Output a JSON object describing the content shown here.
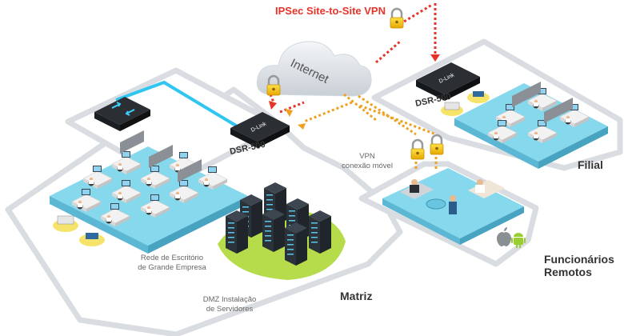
{
  "vpn_title": "IPSec Site-to-Site VPN",
  "cloud_label": "Internet",
  "router_model": "DSR-500",
  "router_brand": "D-Link",
  "vpn_mobile": {
    "line1": "VPN",
    "line2": "conexão móvel"
  },
  "office_label": {
    "line1": "Rede de Escritório",
    "line2": "de  Grande Empresa"
  },
  "dmz_label": {
    "line1": "DMZ Instalação",
    "line2": "de Servidores"
  },
  "sites": {
    "hq": "Matriz",
    "branch": "Filial",
    "remote": {
      "line1": "Funcionários",
      "line2": "Remotos"
    }
  },
  "icons": [
    "padlock-icon",
    "apple-icon",
    "android-icon",
    "switch-icon",
    "router-icon",
    "cloud-icon"
  ],
  "colors": {
    "vpn_red": "#e8332a",
    "vpn_orange": "#f0a020",
    "floor": "#7dd3e8",
    "lime": "#b4d94a",
    "cable": "#2fc6f0"
  }
}
